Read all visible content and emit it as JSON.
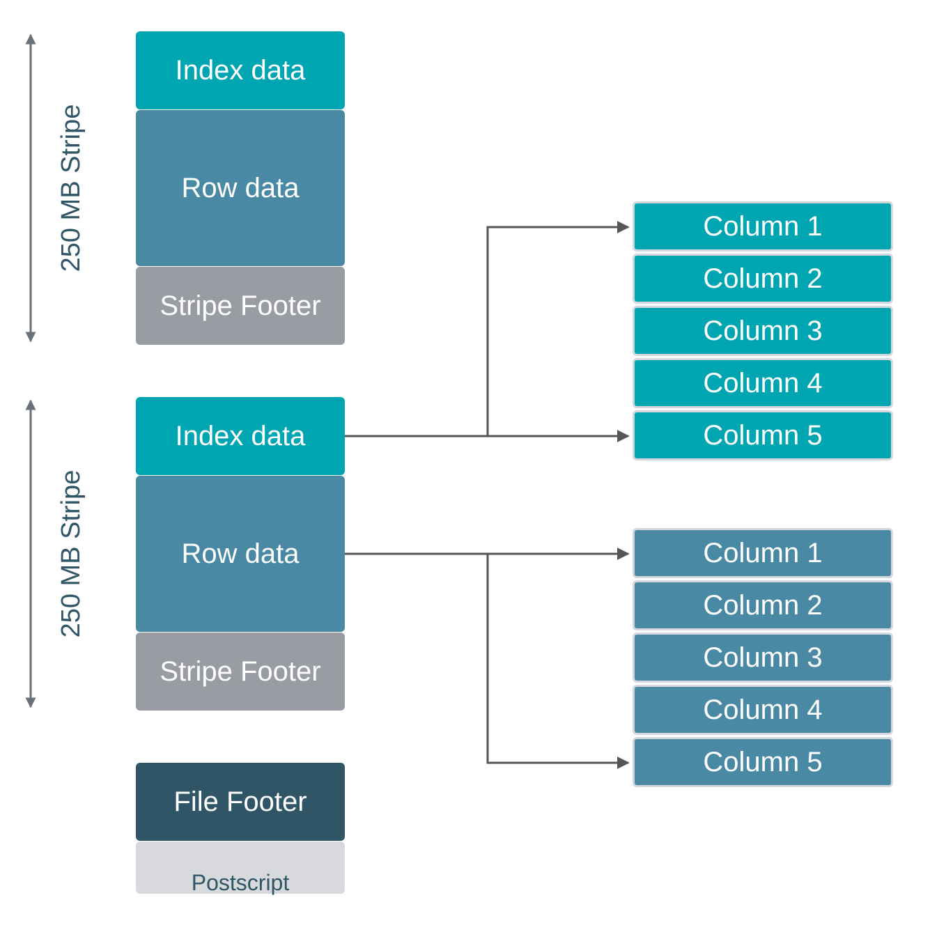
{
  "stripes": [
    {
      "label": "250 MB Stripe",
      "index": "Index data",
      "row": "Row data",
      "footer": "Stripe Footer"
    },
    {
      "label": "250 MB Stripe",
      "index": "Index data",
      "row": "Row data",
      "footer": "Stripe Footer"
    }
  ],
  "file_footer": "File Footer",
  "postscript": "Postscript",
  "index_columns": [
    "Column 1",
    "Column 2",
    "Column 3",
    "Column 4",
    "Column 5"
  ],
  "row_columns": [
    "Column 1",
    "Column 2",
    "Column 3",
    "Column 4",
    "Column 5"
  ],
  "colors": {
    "index": "#00a5b2",
    "row": "#4a89a3",
    "stripe_footer": "#999da3",
    "file_footer": "#2f5566",
    "postscript": "#d7d9dc",
    "arrow": "#555555"
  }
}
